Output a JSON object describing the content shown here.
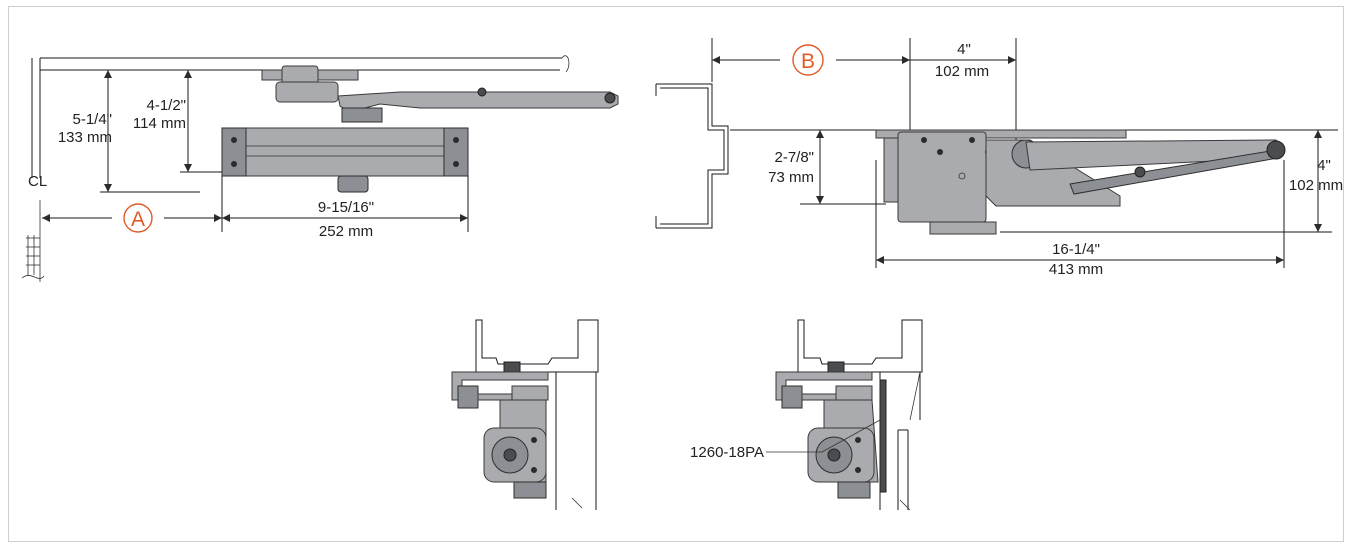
{
  "view_top_left": {
    "label_A": "A",
    "centerline": "CL",
    "dim_height_outer": [
      "5-1/4\"",
      "133 mm"
    ],
    "dim_height_inner": [
      "4-1/2\"",
      "114 mm"
    ],
    "dim_body_length": [
      "9-15/16\"",
      "252 mm"
    ]
  },
  "view_top_right": {
    "label_B": "B",
    "dim_arm_offset": [
      "4\"",
      "102 mm"
    ],
    "dim_body_depth": [
      "2-7/8\"",
      "73 mm"
    ],
    "dim_arm_depth": [
      "4\"",
      "102 mm"
    ],
    "dim_overall_length": [
      "16-1/4\"",
      "413 mm"
    ]
  },
  "view_bottom_right": {
    "part_callout": "1260-18PA"
  },
  "colors": {
    "accent_label": "#e05a28",
    "metal": "#a9abae",
    "line": "#1a1a1a"
  }
}
